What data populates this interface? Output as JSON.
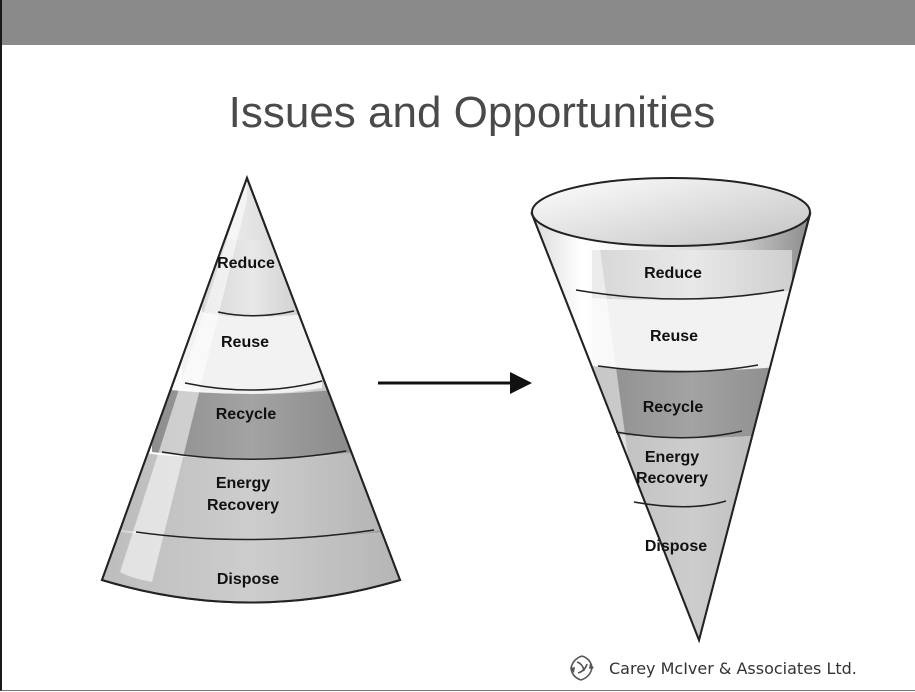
{
  "slide": {
    "title": "Issues and Opportunities"
  },
  "left_cone": {
    "layers": [
      "Reduce",
      "Reuse",
      "Recycle",
      "Energy",
      "Recovery",
      "Dispose"
    ]
  },
  "right_cone": {
    "layers": [
      "Reduce",
      "Reuse",
      "Recycle",
      "Energy",
      "Recovery",
      "Dispose"
    ]
  },
  "footer": {
    "company": "Carey McIver & Associates Ltd.",
    "logo_icon": "recycle-swirl-icon"
  },
  "colors": {
    "top_bar": "#8a8a8a",
    "title": "#4a4a4a",
    "light_band": "#e2e2e2",
    "mid_band": "#c8c8c8",
    "dark_band": "#9a9a9a"
  }
}
